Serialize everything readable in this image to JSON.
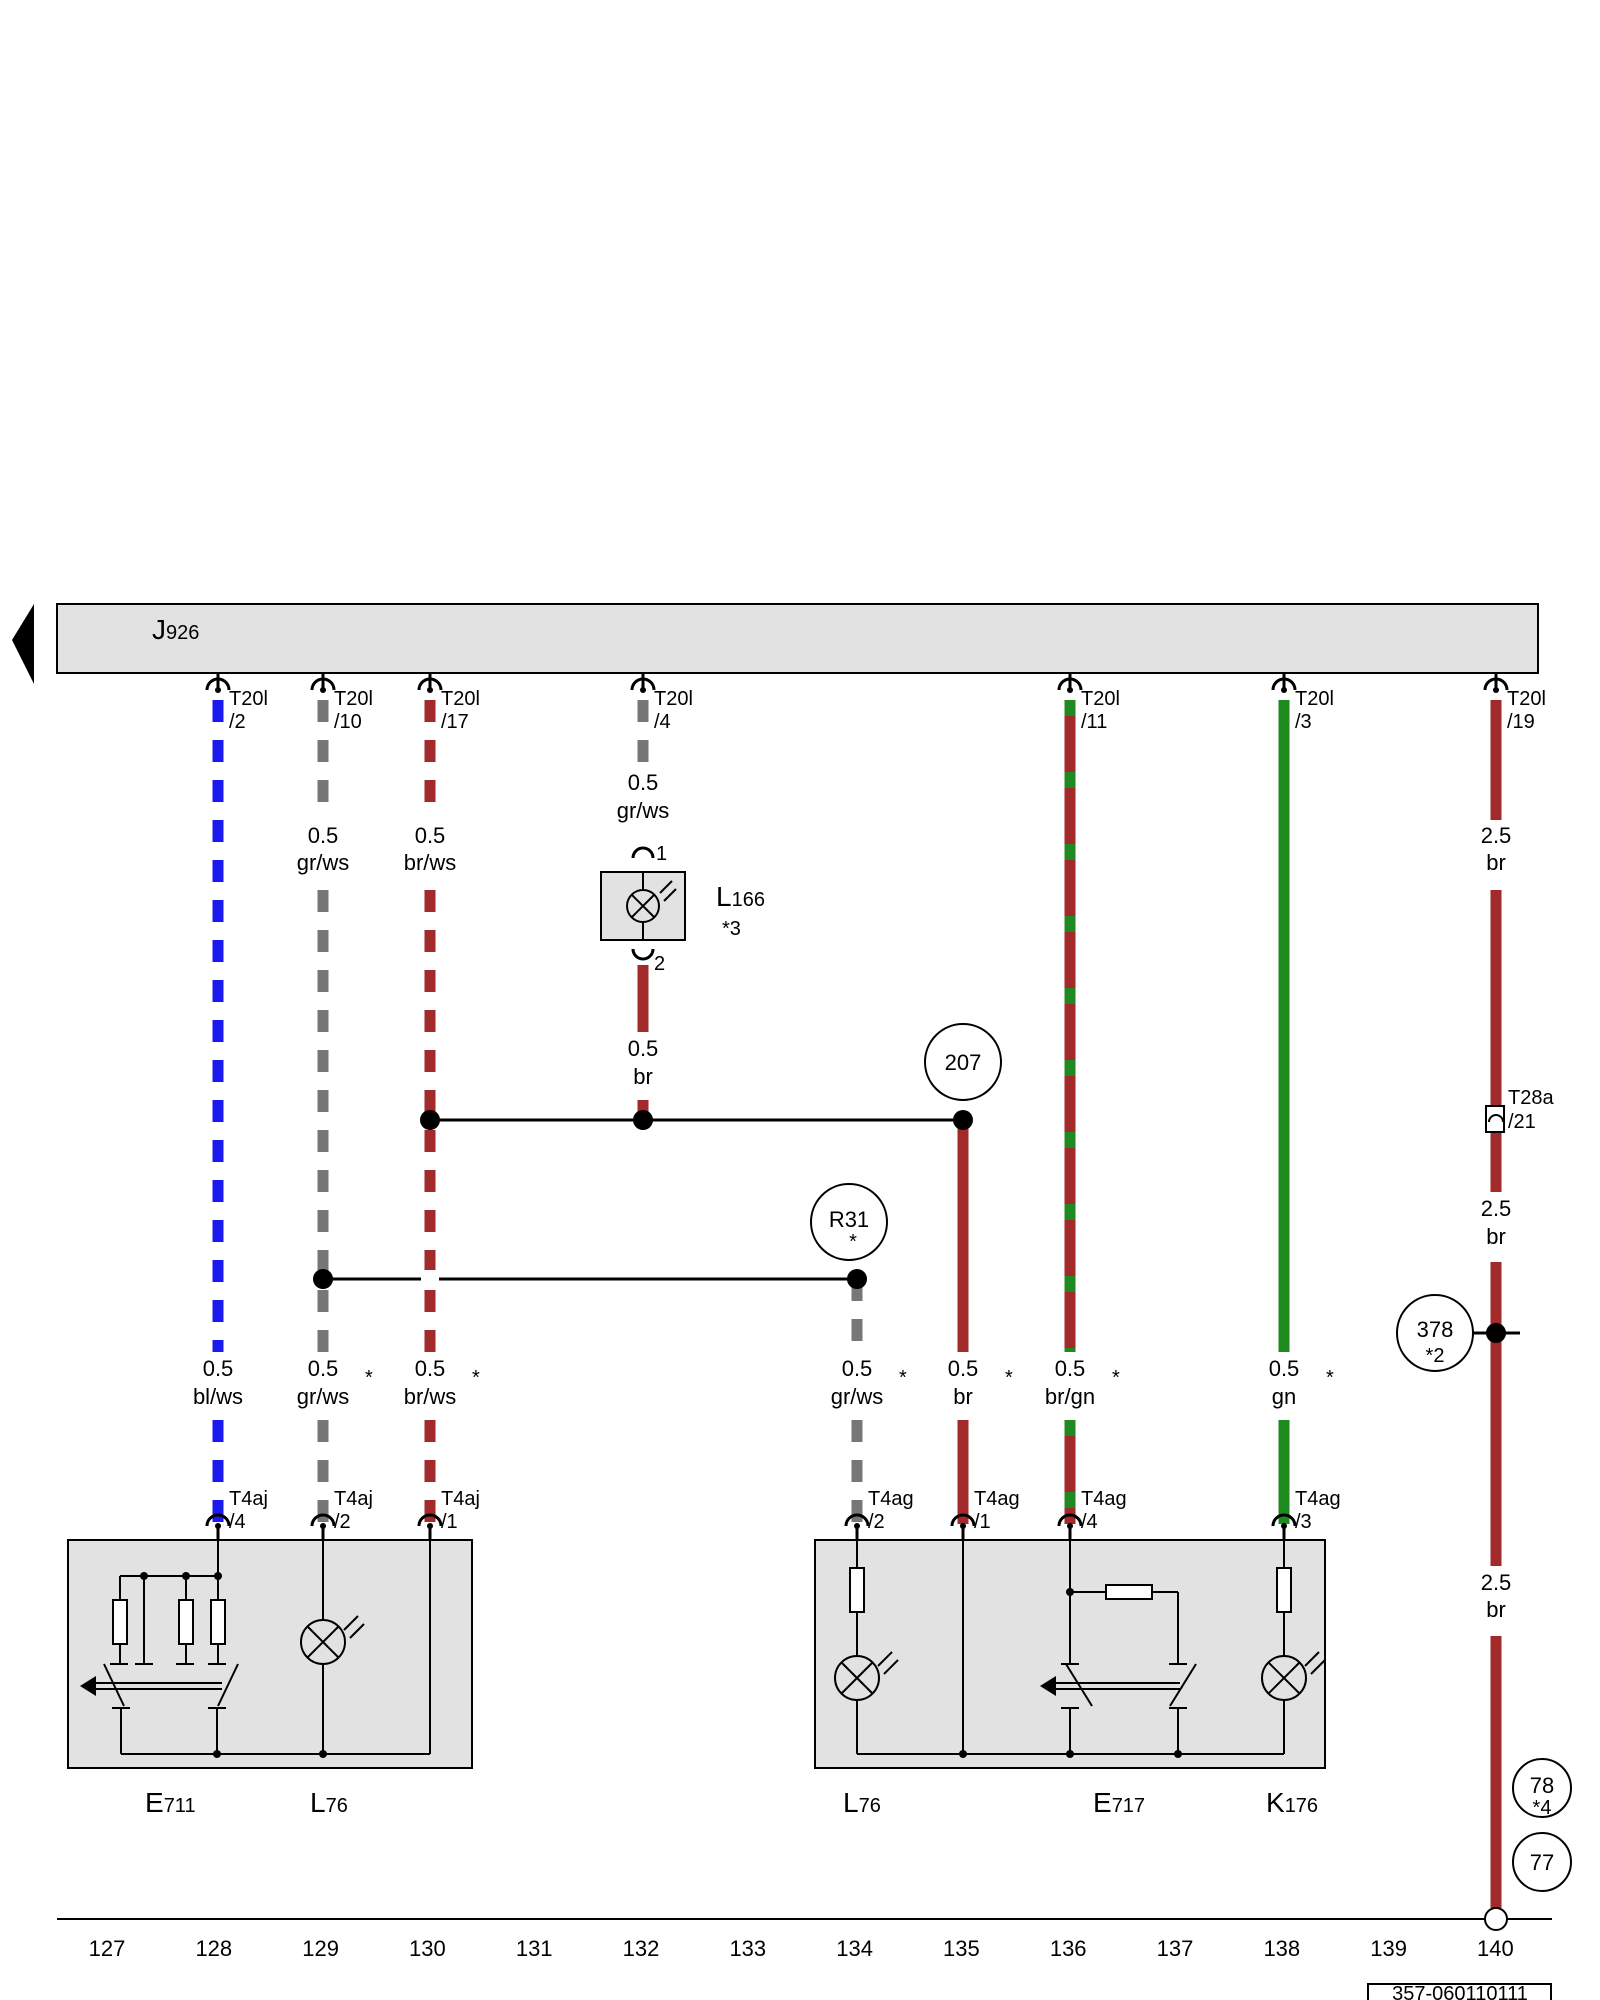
{
  "control_unit": {
    "main": "J",
    "sub": "926"
  },
  "wires": [
    {
      "id": "w128",
      "connector": "T20l",
      "pin": "/2",
      "size": "0.5",
      "color": "bl/ws",
      "star": false
    },
    {
      "id": "w129",
      "connector": "T20l",
      "pin": "/10",
      "size": "0.5",
      "color": "gr/ws",
      "star": false
    },
    {
      "id": "w130",
      "connector": "T20l",
      "pin": "/17",
      "size": "0.5",
      "color": "br/ws",
      "star": false
    },
    {
      "id": "w132",
      "connector": "T20l",
      "pin": "/4",
      "size": "0.5",
      "color": "gr/ws",
      "star": false
    },
    {
      "id": "w136",
      "connector": "T20l",
      "pin": "/11",
      "size": "0.5",
      "color": "br/gn",
      "star": false
    },
    {
      "id": "w138",
      "connector": "T20l",
      "pin": "/3",
      "size": "0.5",
      "color": "gn",
      "star": false
    },
    {
      "id": "w140",
      "connector": "T20l",
      "pin": "/19",
      "size": "2.5",
      "color": "br",
      "star": false
    }
  ],
  "lower_wires": [
    {
      "size": "0.5",
      "color": "bl/ws",
      "star": "",
      "connector": "T4aj",
      "pin": "/4"
    },
    {
      "size": "0.5",
      "color": "gr/ws",
      "star": "*",
      "connector": "T4aj",
      "pin": "/2"
    },
    {
      "size": "0.5",
      "color": "br/ws",
      "star": "*",
      "connector": "T4aj",
      "pin": "/1"
    },
    {
      "size": "0.5",
      "color": "gr/ws",
      "star": "*",
      "connector": "T4ag",
      "pin": "/2"
    },
    {
      "size": "0.5",
      "color": "br",
      "star": "*",
      "connector": "T4ag",
      "pin": "/1"
    },
    {
      "size": "0.5",
      "color": "br/gn",
      "star": "*",
      "connector": "T4ag",
      "pin": "/4"
    },
    {
      "size": "0.5",
      "color": "gn",
      "star": "*",
      "connector": "T4ag",
      "pin": "/3"
    }
  ],
  "mid_wires": [
    {
      "size": "0.5",
      "color": "gr/ws"
    },
    {
      "size": "0.5",
      "color": "br/ws"
    },
    {
      "size": "0.5",
      "color": "br"
    },
    {
      "size": "2.5",
      "color": "br"
    },
    {
      "size": "2.5",
      "color": "br"
    },
    {
      "size": "2.5",
      "color": "br"
    }
  ],
  "lamp_l166": {
    "main": "L",
    "sub": "166",
    "note": "*3",
    "pin_top": "1",
    "pin_bottom": "2"
  },
  "connector_t28a": {
    "name": "T28a",
    "pin": "/21"
  },
  "refs": [
    {
      "label": "207",
      "sub": ""
    },
    {
      "label": "R31",
      "sub": "*"
    },
    {
      "label": "378",
      "sub": "*2"
    },
    {
      "label": "78",
      "sub": "*4"
    },
    {
      "label": "77",
      "sub": ""
    }
  ],
  "components": [
    {
      "main": "E",
      "sub": "711"
    },
    {
      "main": "L",
      "sub": "76"
    },
    {
      "main": "L",
      "sub": "76"
    },
    {
      "main": "E",
      "sub": "717"
    },
    {
      "main": "K",
      "sub": "176"
    }
  ],
  "grid_numbers": [
    "127",
    "128",
    "129",
    "130",
    "131",
    "132",
    "133",
    "134",
    "135",
    "136",
    "137",
    "138",
    "139",
    "140"
  ],
  "doc_id": "357-060110111",
  "colors": {
    "blue": "#1a1aee",
    "grey": "#777777",
    "brown": "#a32a2a",
    "green": "#1f8a1f",
    "white": "#ffffff",
    "box": "#e2e2e2"
  }
}
